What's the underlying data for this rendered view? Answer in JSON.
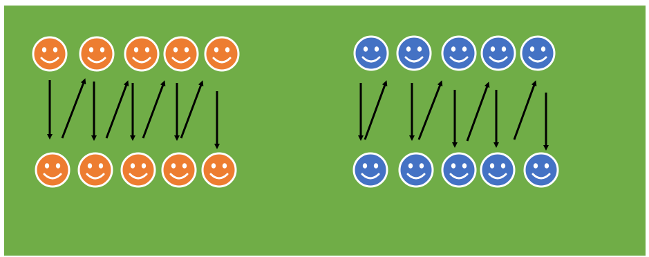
{
  "colors": {
    "background": "#70AD47",
    "group_a_face": "#ED7D31",
    "group_b_face": "#4472C4",
    "face_outline": "#FFFFFF",
    "arrow": "#000000"
  },
  "groups": [
    {
      "name": "",
      "color": "#ED7D31",
      "top_row_count": 5,
      "bottom_row_count": 5,
      "arrows": [
        "down",
        "up",
        "down",
        "up",
        "down",
        "up",
        "down",
        "up",
        "down"
      ]
    },
    {
      "name": "",
      "color": "#4472C4",
      "top_row_count": 5,
      "bottom_row_count": 5,
      "arrows": [
        "down",
        "up",
        "down",
        "up",
        "down",
        "up",
        "down",
        "up",
        "down"
      ]
    }
  ],
  "icons": [
    "smiley-face-icon",
    "down-arrow-icon",
    "up-arrow-icon"
  ]
}
